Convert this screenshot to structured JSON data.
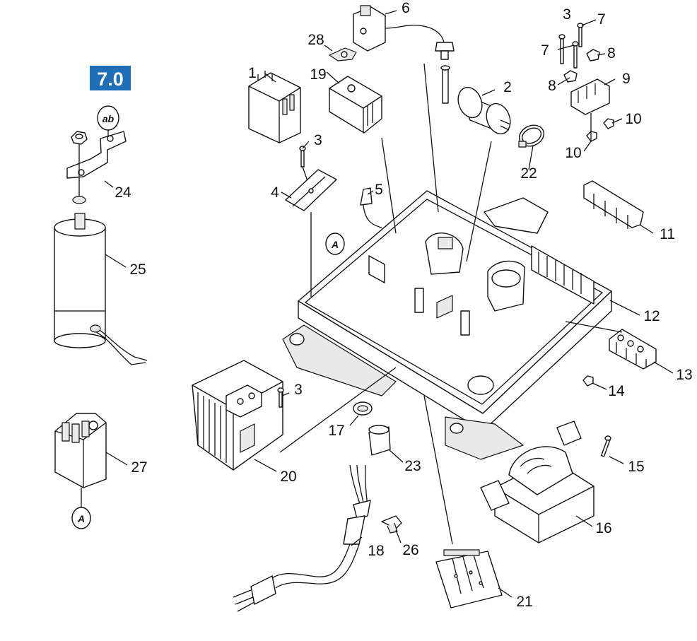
{
  "badge": "7.0",
  "markers": {
    "ab": "ab",
    "A": "A"
  },
  "callouts": {
    "p1": "1",
    "p2": "2",
    "p3a": "3",
    "p3b": "3",
    "p3c": "3",
    "p4": "4",
    "p5": "5",
    "p6": "6",
    "p7a": "7",
    "p7b": "7",
    "p8a": "8",
    "p8b": "8",
    "p9": "9",
    "p10a": "10",
    "p10b": "10",
    "p11": "11",
    "p12": "12",
    "p13": "13",
    "p14": "14",
    "p15": "15",
    "p16": "16",
    "p17": "17",
    "p18": "18",
    "p19": "19",
    "p20": "20",
    "p21": "21",
    "p22": "22",
    "p23": "23",
    "p24": "24",
    "p25": "25",
    "p26": "26",
    "p27": "27",
    "p28": "28"
  },
  "colors": {
    "badge": "#1f6fb8",
    "line": "#111111",
    "fill": "#ffffff"
  }
}
